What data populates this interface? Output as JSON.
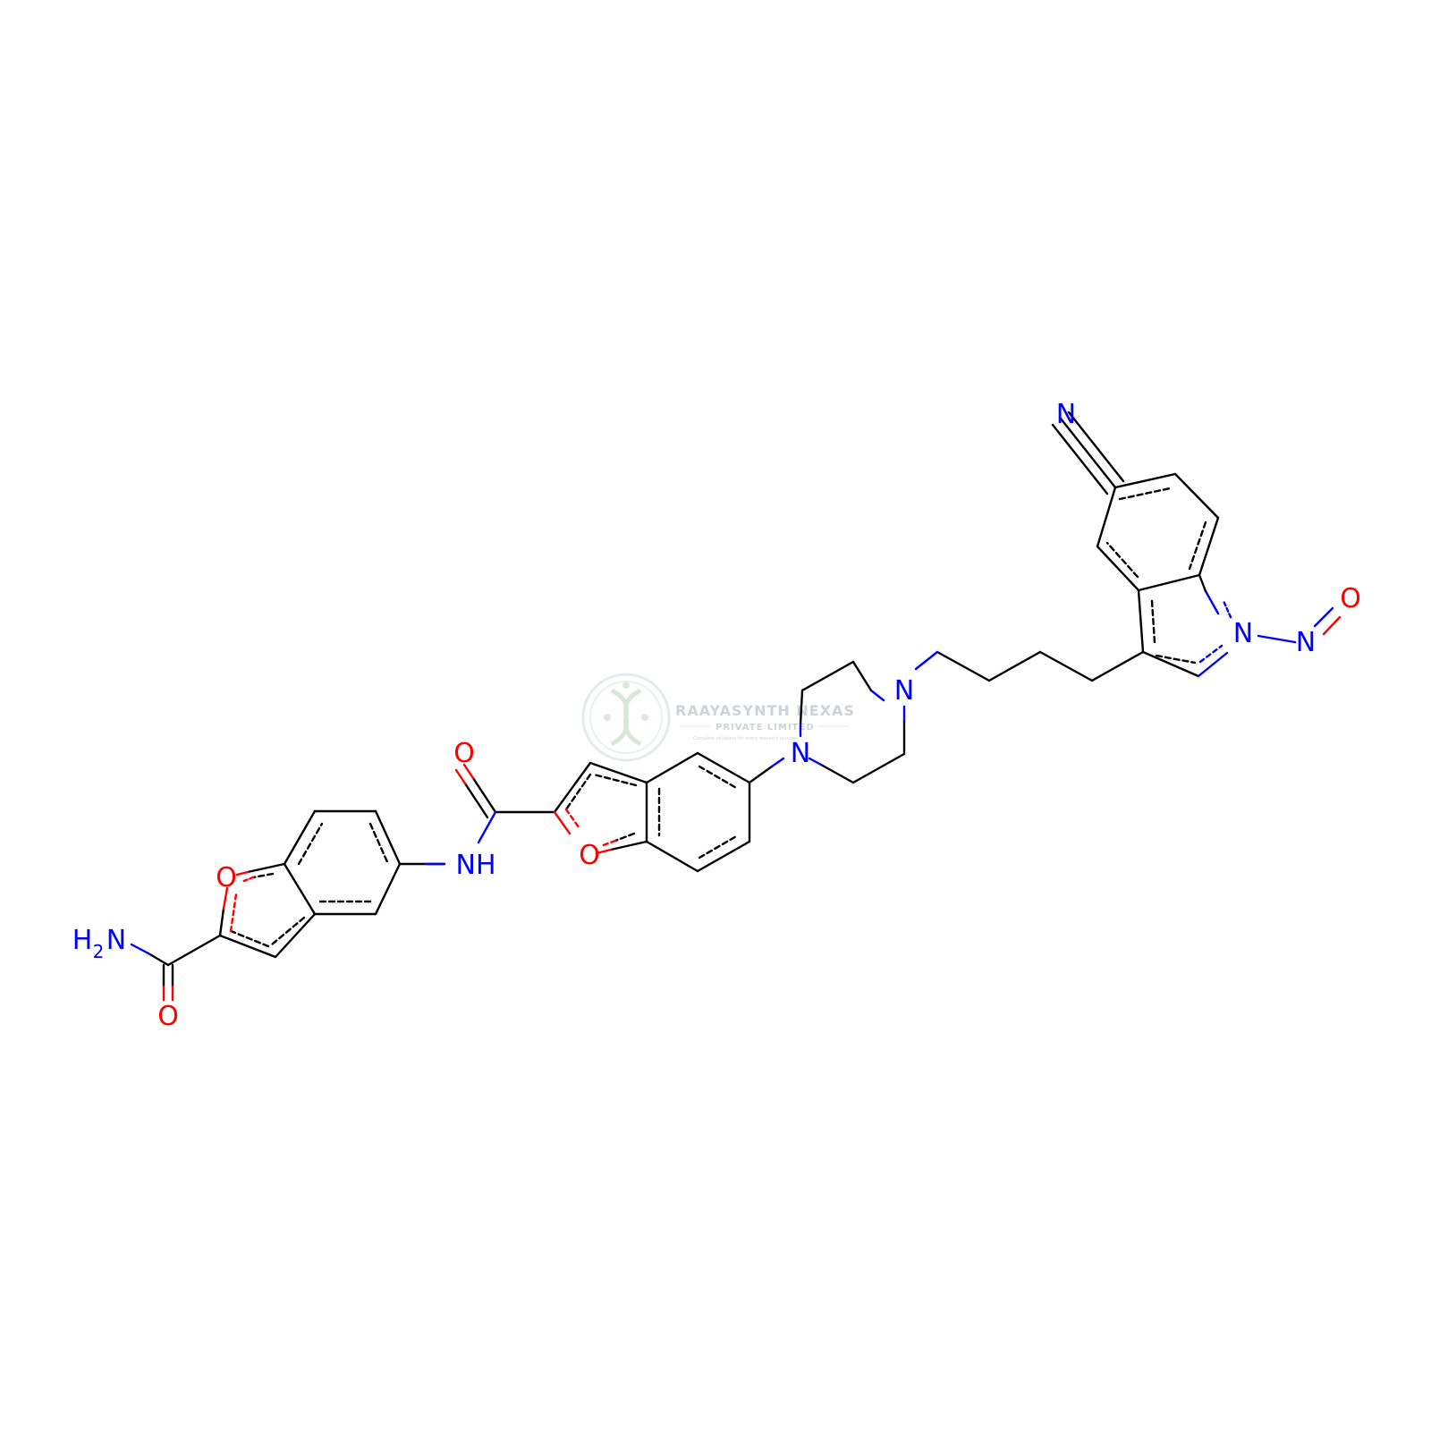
{
  "molecule": {
    "atom_labels": {
      "cyano_n": "N",
      "indole_n": "N",
      "nitroso_n": "N",
      "nitroso_o": "O",
      "piperazine_n_top": "N",
      "piperazine_n_bottom": "N",
      "benzofuran_o_right": "O",
      "amide_o_right": "O",
      "amide_nh": "NH",
      "benzofuran_o_left": "O",
      "carboxamide_nh2_h": "H",
      "carboxamide_nh2_sub": "2",
      "carboxamide_nh2_n": "N",
      "carboxamide_o": "O"
    },
    "colors": {
      "bond": "#000000",
      "nitrogen": "#0000ff",
      "oxygen": "#ff0000"
    }
  },
  "watermark": {
    "company_line1": "RAAYASYNTH NEXAS",
    "company_line2": "PRIVATE LIMITED",
    "tagline": "Complete solutions for every research journey",
    "colors": {
      "text": "#c8cfd6",
      "logo": "#cfe3cf"
    }
  }
}
